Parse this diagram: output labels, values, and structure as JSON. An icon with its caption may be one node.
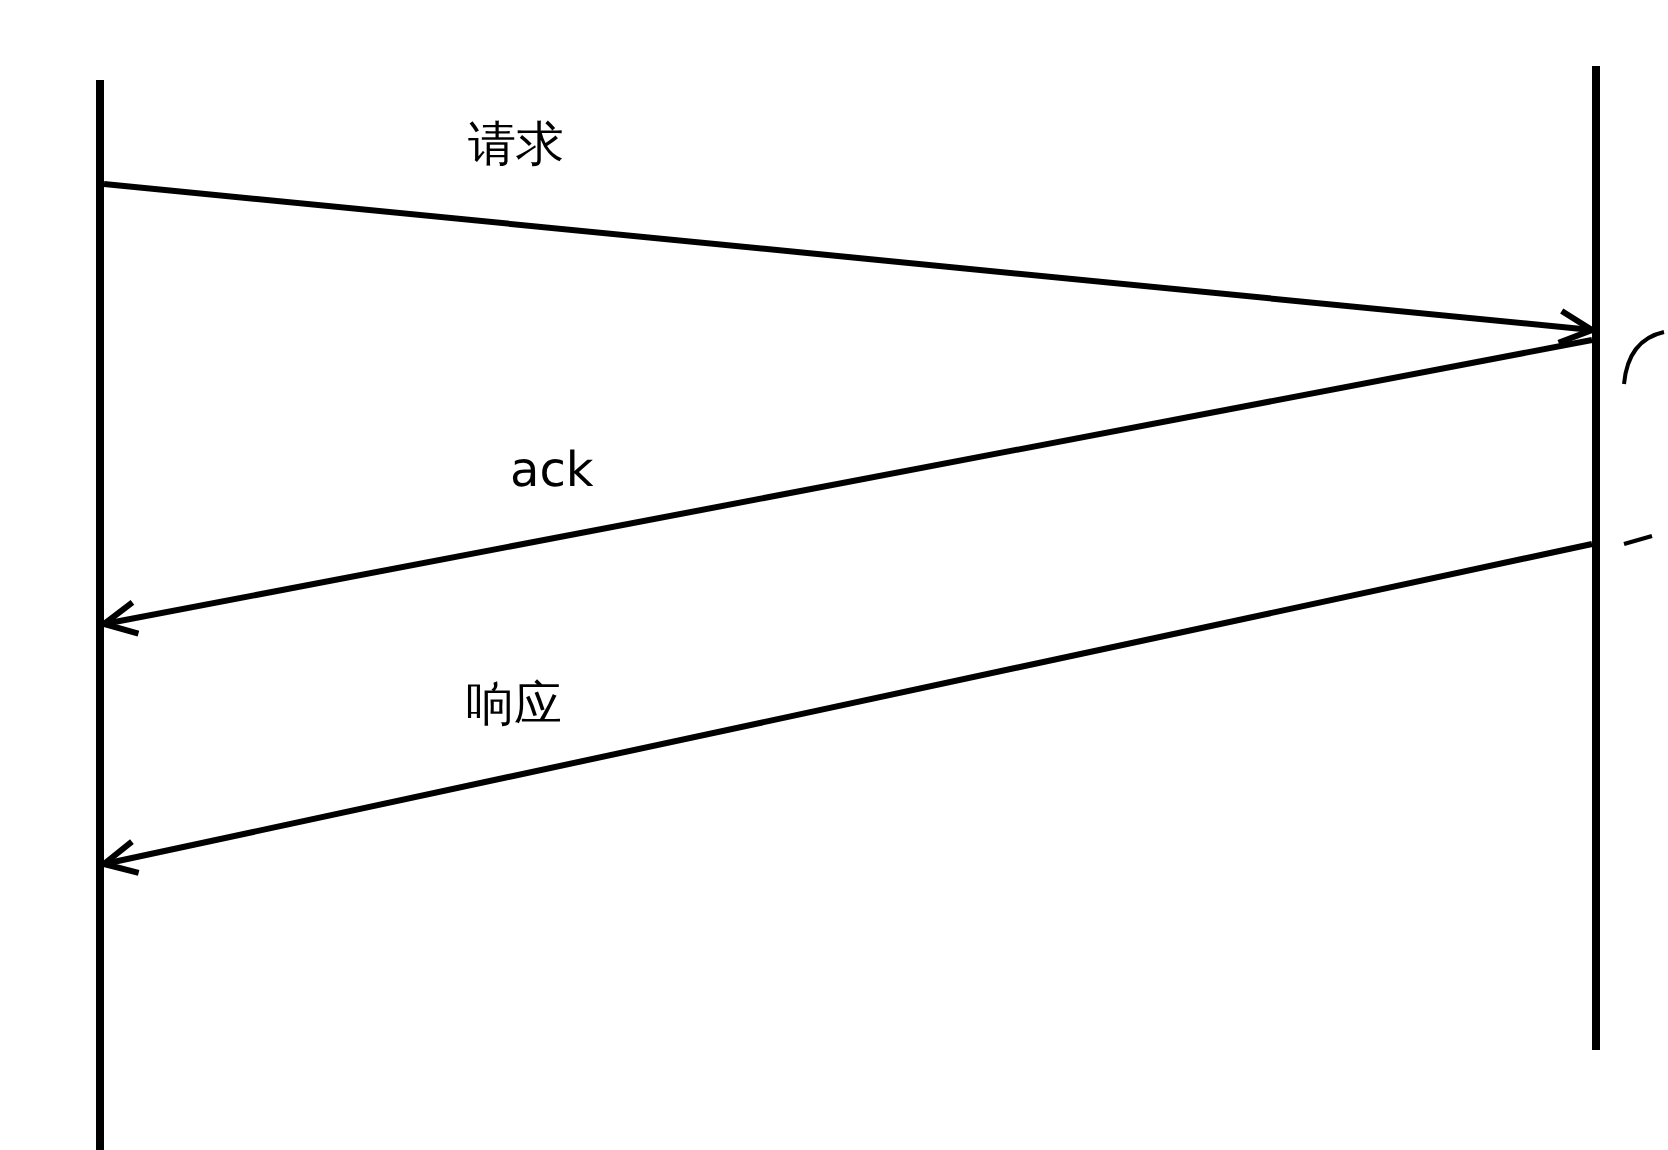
{
  "diagram": {
    "nodes": [
      {
        "text": [],
        "shape": "bar"
      },
      {
        "text": [],
        "shape": "bar"
      }
    ],
    "edges": [
      {
        "from": 0,
        "to": 1,
        "arrow": "to",
        "label": "请求"
      },
      {
        "from": 1,
        "to": 0,
        "arrow": "to",
        "label": "ack"
      },
      {
        "from": 1,
        "to": 0,
        "arrow": "to",
        "label": "响应"
      }
    ]
  }
}
